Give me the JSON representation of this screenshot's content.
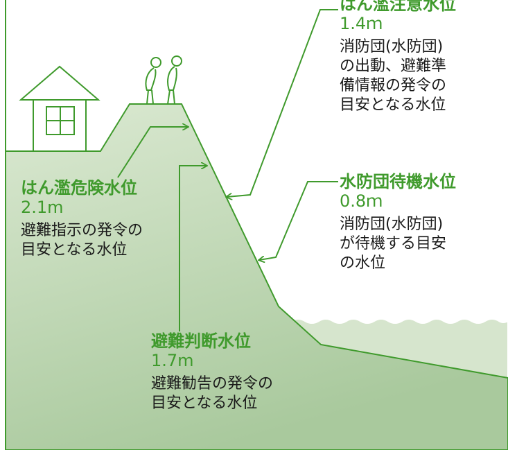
{
  "levels": {
    "caution": {
      "title": "はん濫注意水位",
      "value": "1.4ｍ",
      "desc_lines": [
        "消防団(水防団)",
        "の出動、避難準",
        "備情報の発令の",
        "目安となる水位"
      ]
    },
    "standby": {
      "title": "水防団待機水位",
      "value": "0.8ｍ",
      "desc_lines": [
        "消防団(水防団)",
        "が待機する目安",
        "の水位"
      ]
    },
    "danger": {
      "title": "はん濫危険水位",
      "value": "2.1m",
      "desc_lines": [
        "避難指示の発令の",
        "目安となる水位"
      ]
    },
    "evacuation": {
      "title": "避難判断水位",
      "value": "1.7m",
      "desc_lines": [
        "避難勧告の発令の",
        "目安となる水位"
      ]
    }
  },
  "colors": {
    "frame": "#3f9a2c",
    "levee_fill": "#cfe2c5",
    "water": "#d8e6d0",
    "label_green": "#3f9a2c"
  }
}
